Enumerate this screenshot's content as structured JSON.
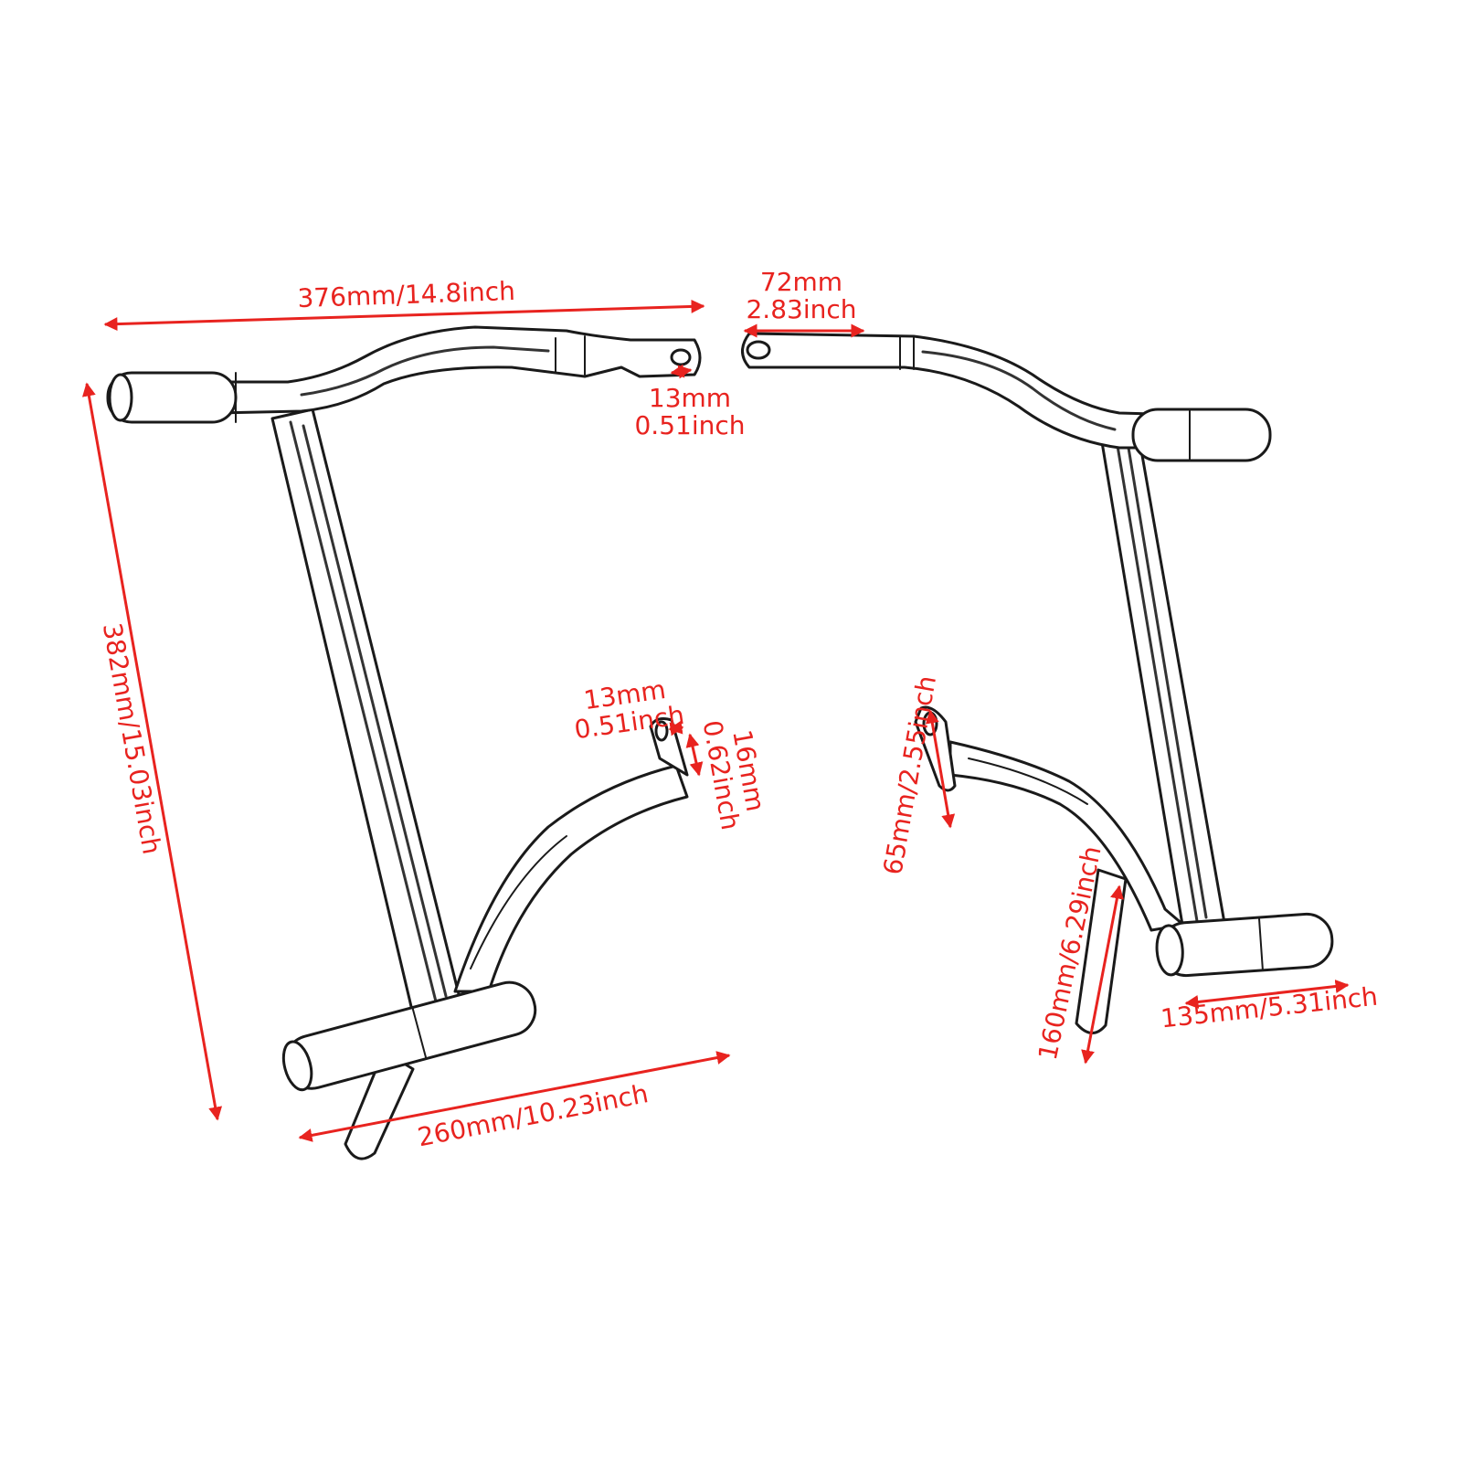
{
  "colors": {
    "dimension": "#e8231f",
    "outline": "#1a1a1a",
    "background": "#ffffff"
  },
  "left_bar": {
    "top_width": "376mm/14.8inch",
    "height": "382mm/15.03inch",
    "top_hole": {
      "mm": "13mm",
      "inch": "0.51inch"
    },
    "lower_hole": {
      "mm": "13mm",
      "inch": "0.51inch"
    },
    "lower_tab": {
      "mm": "16mm",
      "inch": "0.62inch"
    },
    "bottom_width": "260mm/10.23inch"
  },
  "right_bar": {
    "top_tab": {
      "mm": "72mm",
      "inch": "2.83inch"
    },
    "lower_tab": "65mm/2.55inch",
    "leg_length": "160mm/6.29inch",
    "bottom_width": "135mm/5.31inch"
  }
}
